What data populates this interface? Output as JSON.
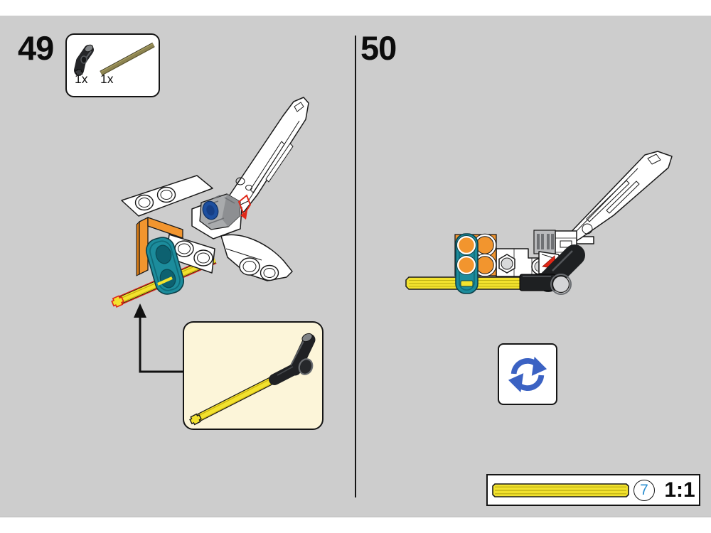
{
  "steps": [
    {
      "number": "49"
    },
    {
      "number": "50"
    }
  ],
  "parts_callout": {
    "items": [
      {
        "part": "black-angle-connector-icon",
        "count": "1x"
      },
      {
        "part": "dark-tan-axle-icon",
        "count": "1x"
      }
    ]
  },
  "subassembly_callout": {
    "content": "yellow-axle-with-black-angle-connector",
    "background": "#fcf5d9"
  },
  "rotate_hint": {
    "icon": "rotate-arrows-icon"
  },
  "scale_bar": {
    "part": "yellow-axle-actual-size",
    "badge": "7",
    "ratio": "1:1"
  },
  "colors": {
    "bg": "#cdcdcd",
    "cream": "#fcf5d9",
    "red": "#e02717",
    "yellow": "#f2e22e",
    "orange": "#f2952e",
    "teal": "#1c8c9c",
    "pin_blue": "#1d4f9f",
    "rotate_blue": "#3b62c3",
    "badge_blue": "#2d8fd0",
    "olive": "#8c8350"
  }
}
